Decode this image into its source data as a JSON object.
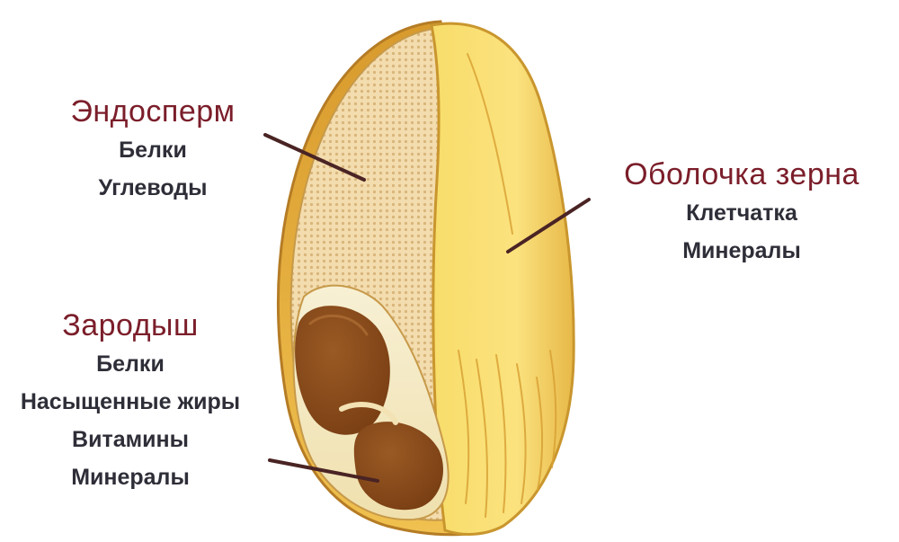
{
  "labels": {
    "endosperm": {
      "title": "Эндосперм",
      "items": [
        "Белки",
        "Углеводы"
      ]
    },
    "embryo": {
      "title": "Зародыш",
      "items": [
        "Белки",
        "Насыщенные жиры",
        "Витамины",
        "Минералы"
      ]
    },
    "husk": {
      "title": "Оболочка зерна",
      "items": [
        "Клетчатка",
        "Минералы"
      ]
    }
  },
  "colors": {
    "title": "#7b1e2a",
    "text": "#2e2e38",
    "husk_light": "#f7e07a",
    "husk_dark": "#d9a235",
    "endosperm": "#f1d9a6",
    "embryo": "#8a4b1e",
    "outline": "#b57c25",
    "leader_line": "#4a2424"
  }
}
